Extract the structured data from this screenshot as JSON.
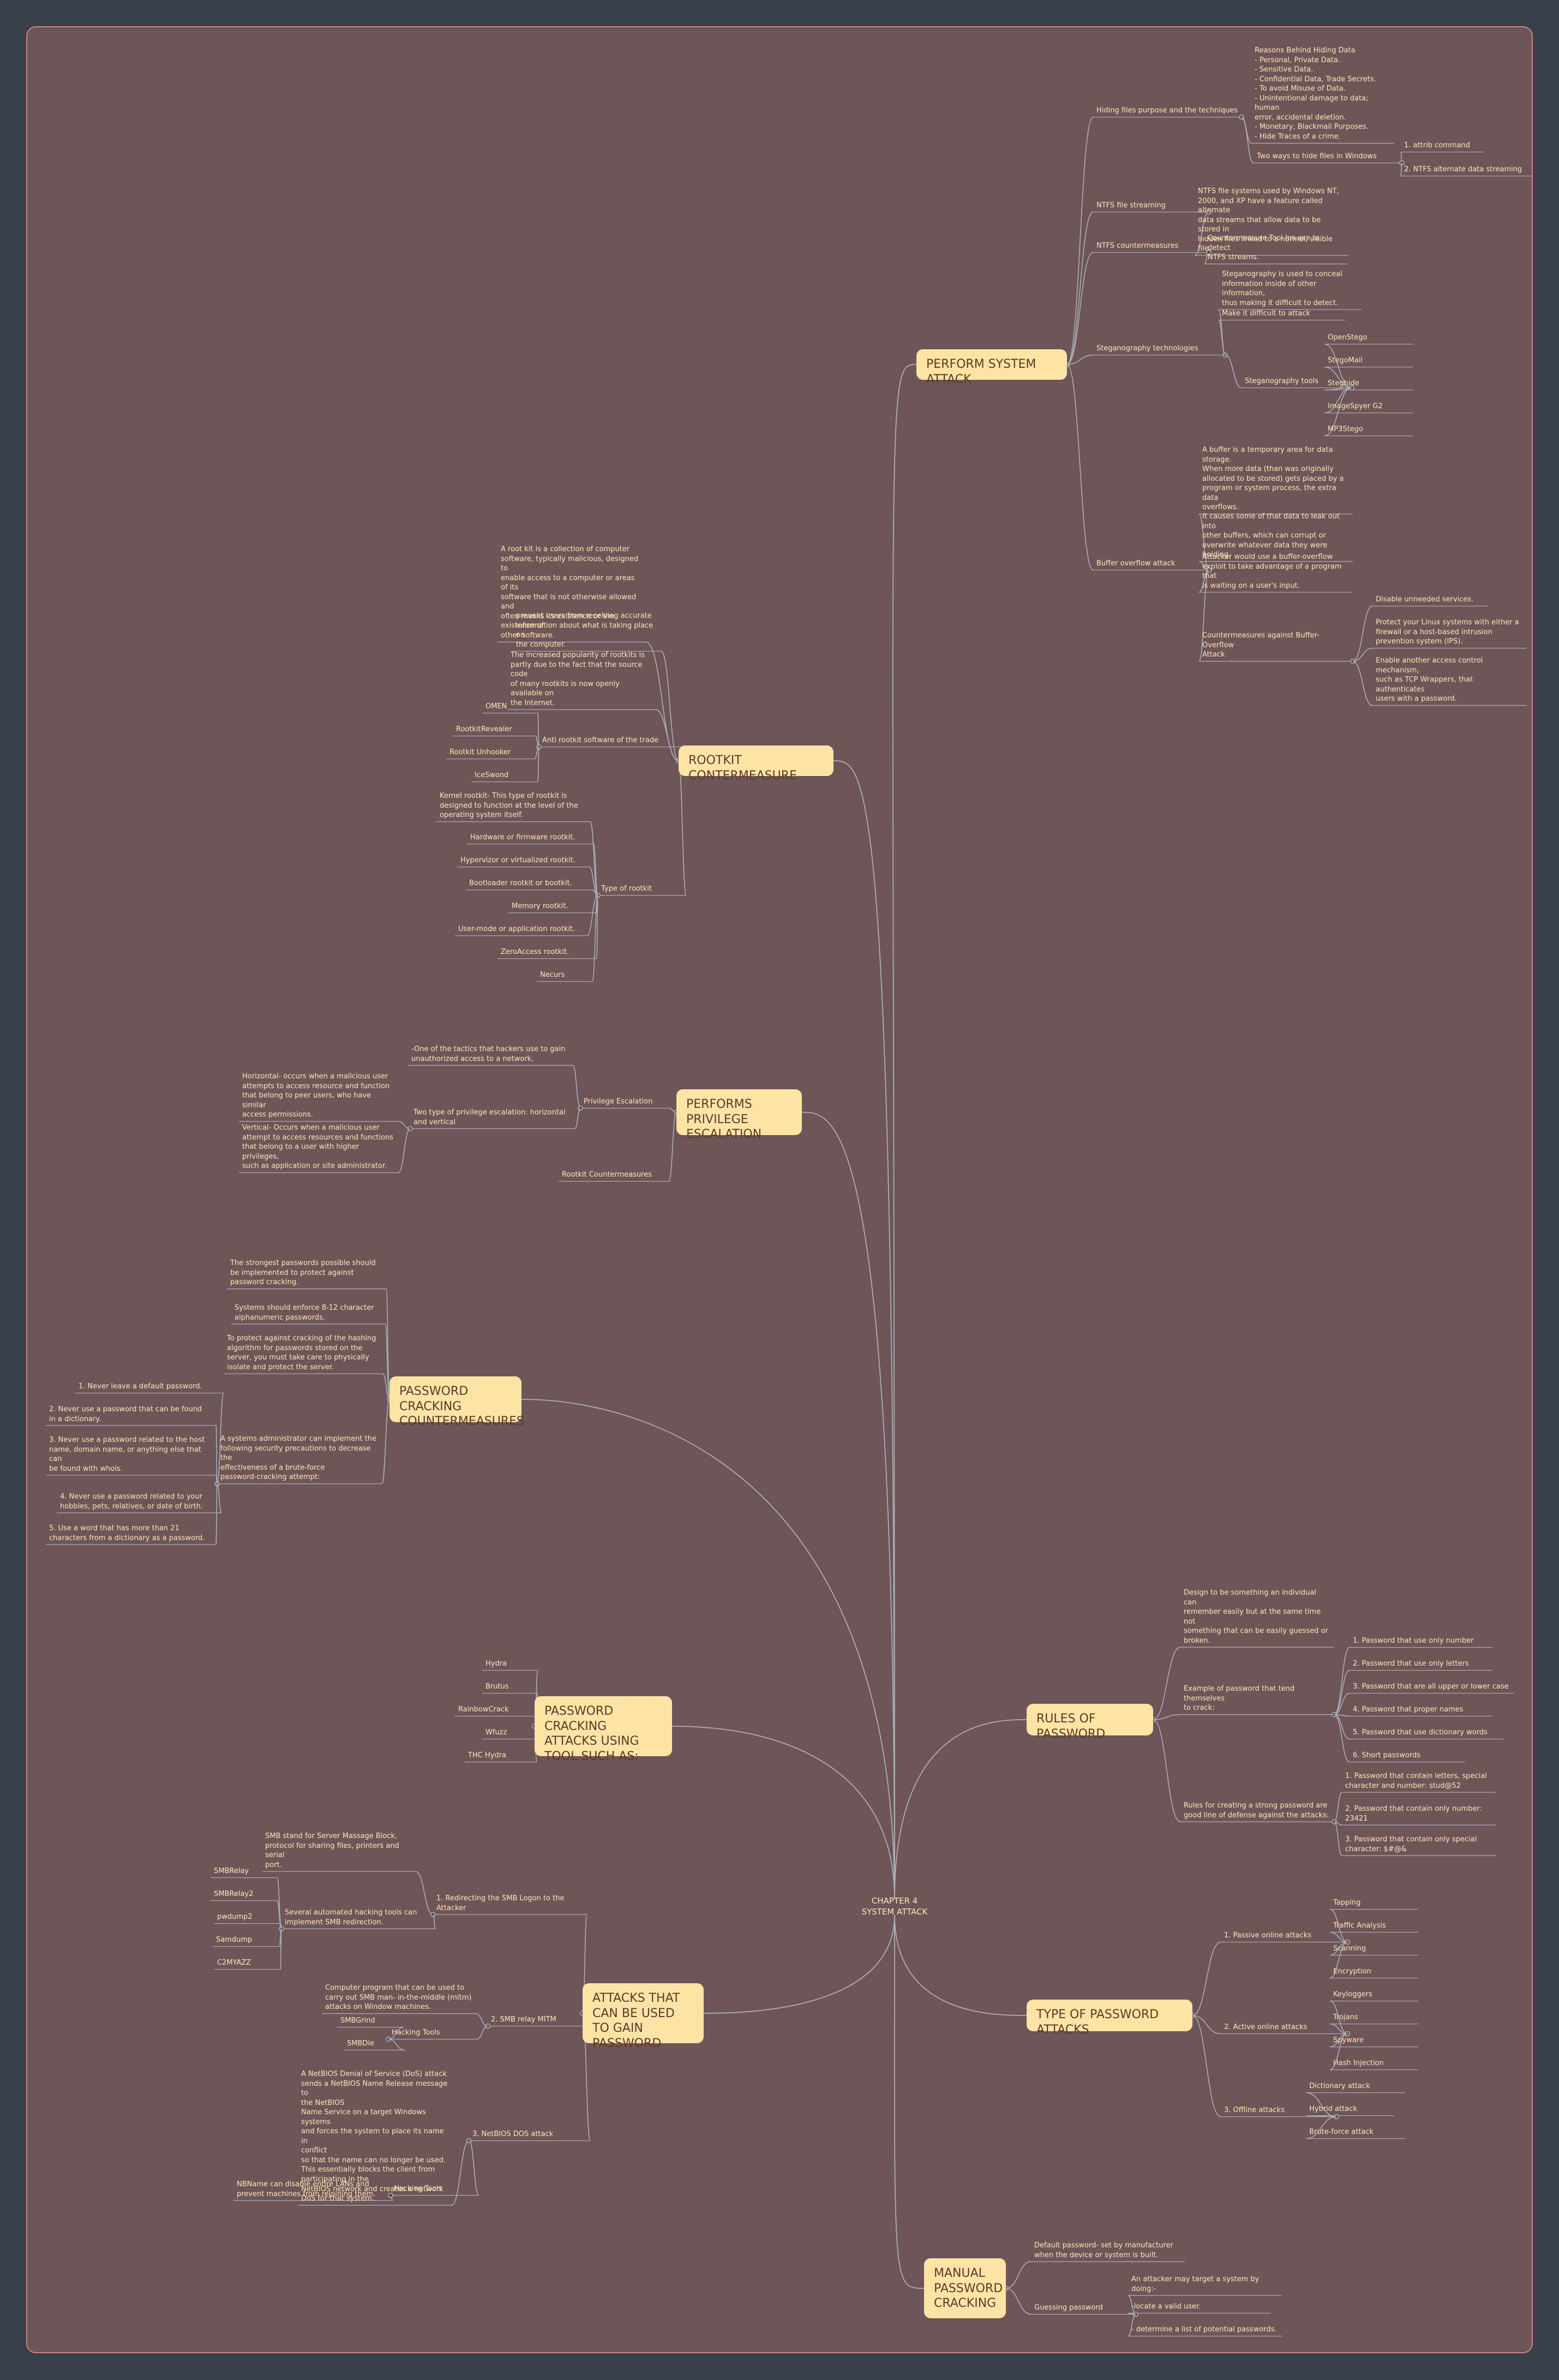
{
  "colors": {
    "page_background": "#3a4049",
    "canvas_background": "#6e5558",
    "canvas_border": "#c9867e",
    "main_node_fill": "#fde4a5",
    "main_node_text": "#5a3a2a",
    "label_text": "#fde6b8",
    "connector": "#a8b0b7"
  },
  "root": {
    "text": "CHAPTER 4\nSYSTEM ATTACK"
  },
  "main": {
    "perform": "PERFORM SYSTEM ATTACK",
    "rootkit": "ROOTKIT CONTERMEASURE",
    "privilege": "PERFORMS PRIVILEGE\nESCALATION",
    "pwcm": "PASSWORD CRACKING\nCOUNTERMEASURES",
    "tools": "PASSWORD CRACKING\nATTACKS USING\nTOOL SUCH AS:",
    "attacks": "ATTACKS THAT\nCAN BE USED\nTO GAIN PASSWORD",
    "rules": "RULES OF PASSWORD",
    "types": "TYPE OF PASSWORD ATTACKS",
    "manual": "MANUAL\nPASSWORD\nCRACKING"
  },
  "labels": {
    "hiding": "Hiding files purpose and the techniques",
    "hiding_reasons": "Reasons Behind Hiding Data\n- Personal, Private Data.\n- Sensitive Data.\n- Confidential Data, Trade Secrets.\n- To avoid Misuse of Data.\n- Unintentional damage to data; human\nerror, accidental deletion.\n- Monetary, Blackmail Purposes.\n- Hide Traces of a crime.",
    "two_ways": "Two ways to hide files in Windows",
    "attrib": "1. attrib command",
    "ntfs_ads": "2. NTFS alternate data streaming",
    "ntfs_streaming": "NTFS file streaming",
    "ntfs_desc": "NTFS file systems used by Windows NT,\n2000, and XP have a feature called alternate\ndata streams that allow data to be stored in\nhidden files linked to a normal, visible file.",
    "ntfs_cm": "NTFS countermeasures",
    "ntfs_cm_desc": "Countermeasure Tool Ins.exe to detect\nNTFS streams.",
    "stego": "Steganography technologies",
    "stego_desc": "Steganography is used to conceal\ninformation inside of other information,\nthus making it difficult to detect.",
    "stego_difficult": "Make it difficult to attack",
    "stego_tools": "Steganography tools",
    "openstego": "OpenStego",
    "stegomail": "StegoMail",
    "steghide": "Steghide",
    "imagespyer": "ImageSpyer G2",
    "mp3stego": "MP3Stego",
    "buffer": "Buffer overflow attack",
    "buffer_def": "A buffer is a temporary area for data\nstorage.\nWhen more data (than was originally\nallocated to be stored) gets placed by a\nprogram or system process, the extra data\noverflows.",
    "buffer_leak": "It causes some of that data to leak out into\nother buffers, which can corrupt or\noverwrite whatever data they were holding.",
    "buffer_exploit": "Attacker would use a buffer-overflow\nexploit to take advantage of a program that\nis waiting on a user's input.",
    "buffer_cm": "Countermeasures against Buffer- Overflow\nAttack",
    "disable_services": "Disable unneeded services.",
    "protect_linux": "Protect your Linux systems with either a\nfirewall or a host-based intrusion\nprevention system (IPS).",
    "enable_access": "Enable another access control mechanism,\nsuch as TCP Wrappers, that authenticates\nusers with a password.",
    "rk_def": "A root kit is a collection of computer\nsoftware, typically malicious, designed to\nenable access to a computer or areas of its\nsoftware that is not otherwise allowed and\noften masks its existence or the existence of\nother software.",
    "rk_prevent": "prevent users from receiving accurate\ninformation about what is taking place on\nthe computer.",
    "rk_popularity": "The increased popularity of rootkits is\npartly due to the fact that the source code\nof many rootkits is now openly available on\nthe Internet.",
    "rk_anti": "Anti rootkit software of the trade",
    "omen": "OMEN",
    "rootkitrevealer": "RootkitRevealer",
    "rootkitunhooker": "Rootkit Unhooker",
    "iceswond": "IceSwond",
    "rk_type": "Type of rootkit",
    "kernel_rk": "Kernel rootkit- This type of rootkit is\ndesigned to function at the level of the\noperating system itself.",
    "hardware_rk": "Hardware or firmware rootkit.",
    "hypervizor_rk": "Hypervizor or virtualized rootkit.",
    "bootloader_rk": "Bootloader rootkit or bootkit.",
    "memory_rk": "Memory rootkit.",
    "usermode_rk": "User-mode or application rootkit.",
    "zeroaccess_rk": "ZeroAccess rootkit.",
    "necurs": "Necurs",
    "priv_esc": "Privilege Escalation",
    "priv_desc": "-One of the tactics that hackers use to gain\nunauthorized access to a network.",
    "two_types": "Two type of privilege escalation: horizontal\nand vertical",
    "horizontal": "Horizontal- occurs when a malicious user\nattempts to access resource and function\nthat belong to peer users, who have similar\naccess permissions.",
    "vertical": "Vertical- Occurs when a malicious user\nattempt to access resources and functions\nthat belong to a user with higher privileges,\nsuch as application or site administrator.",
    "rk_countermeasures": "Rootkit Countermeasures",
    "strongest": "The strongest passwords possible should\nbe implemented to protect against\npassword cracking.",
    "enforce": "Systems should enforce 8-12 character\nalphanumeric passwords.",
    "protect_hashing": "To protect against cracking of the hashing\nalgorithm for passwords stored on the\nserver, you must take care to physically\nisolate and protect the server.",
    "sysadmin": "A systems administrator can implement the\nfollowing security precautions to decrease\nthe\neffectiveness of a brute-force\npassword-cracking attempt:",
    "never_default": "1. Never leave a default password.",
    "never_dict": "2. Never use a password that can be found\nin a dictionary.",
    "never_host": "3. Never use a password related to the host\nname, domain name, or anything else that\ncan\nbe found with whois.",
    "never_hobbies": "4. Never use a password related to your\nhobbies, pets, relatives, or date of birth.",
    "use_word": "5. Use a word that has more than 21\ncharacters from a dictionary as a password.",
    "hydra": "Hydra",
    "brutus": "Brutus",
    "rainbowcrack": "RainbowCrack",
    "wfuzz": "Wfuzz",
    "thc_hydra": "THC Hydra",
    "smb_redirect": "1. Redirecting the SMB Logon to the\nAttacker",
    "smb_def": "SMB stand for Server Massage Block,\nprotocol for sharing files, printers and serial\nport.",
    "smb_tools": "Several automated hacking tools can\nimplement SMB redirection.",
    "smbrelay": "SMBRelay",
    "smbrelay2": "SMBRelay2",
    "pwdump2": "pwdump2",
    "samdump": "Samdump",
    "c2myazz": "C2MYAZZ",
    "smb_mitm": "2. SMB relay MITM",
    "mitm_desc": "Computer program that can be used to\ncarry out SMB man- in-the-middle (mitm)\nattacks on Window machines.",
    "hacking_tools": "Hacking Tools",
    "smbgrind": "SMBGrind",
    "smbdie": "SMBDie",
    "netbios": "3. NetBIOS DOS attack",
    "netbios_desc": "A NetBIOS Denial of Service (DoS) attack\nsends a NetBIOS Name Release message to\nthe NetBIOS\nName Service on a target Windows systems\nand forces the system to place its name in\nconflict\nso that the name can no longer be used.\nThis essentially blocks the client from\nparticipating in the\nNetBIOS network and creates a network\nDoS for that system.",
    "nbname": "NBName can disable entire LANs and\nprevent machines from rejoining them.",
    "hacking_tools2": "Hacking Tools",
    "design": "Design to be something an individual can\nremember easily but at the same time not\nsomething that can be easily guessed or\nbroken.",
    "example": "Example of password that tend themselves\nto crack:",
    "only_number": "1. Password that use only number",
    "only_letters": "2. Password that use only letters",
    "upper_lower": "3. Password that are all upper or lower case",
    "proper_names": "4. Password that proper names",
    "dictionary_words": "5. Password that use dictionary words",
    "short": "6. Short passwords",
    "rules_strong": "Rules for creating a strong password are\ngood line of defense against the attacks:",
    "rule1": "1. Password that contain letters, special\ncharacter and number: stud@52",
    "rule2": "2. Password that contain only number:\n23421",
    "rule3": "3. Password that contain only special\ncharacter: $#@&",
    "passive": "1. Passive online attacks",
    "tapping": "Tapping",
    "traffic": "Traffic Analysis",
    "scanning": "Scanning",
    "encryption": "Encryption",
    "active": "2. Active online attacks",
    "keyloggers": "Keyloggers",
    "trojans": "Trojans",
    "spyware": "Spyware",
    "hash_injection": "Hash Injection",
    "offline": "3. Offline attacks",
    "dictionary_attack": "Dictionary attack",
    "hybrid": "Hybrid attack",
    "bruteforce": "Brute-force attack",
    "default_pw": "Default password- set by manufacturer\nwhen the device or system is built.",
    "guessing": "Guessing password",
    "attacker_may": "An attacker may target a system by doing:-",
    "locate_user": "-locate a valid user.",
    "determine_list": "- determine a list of potential passwords."
  }
}
